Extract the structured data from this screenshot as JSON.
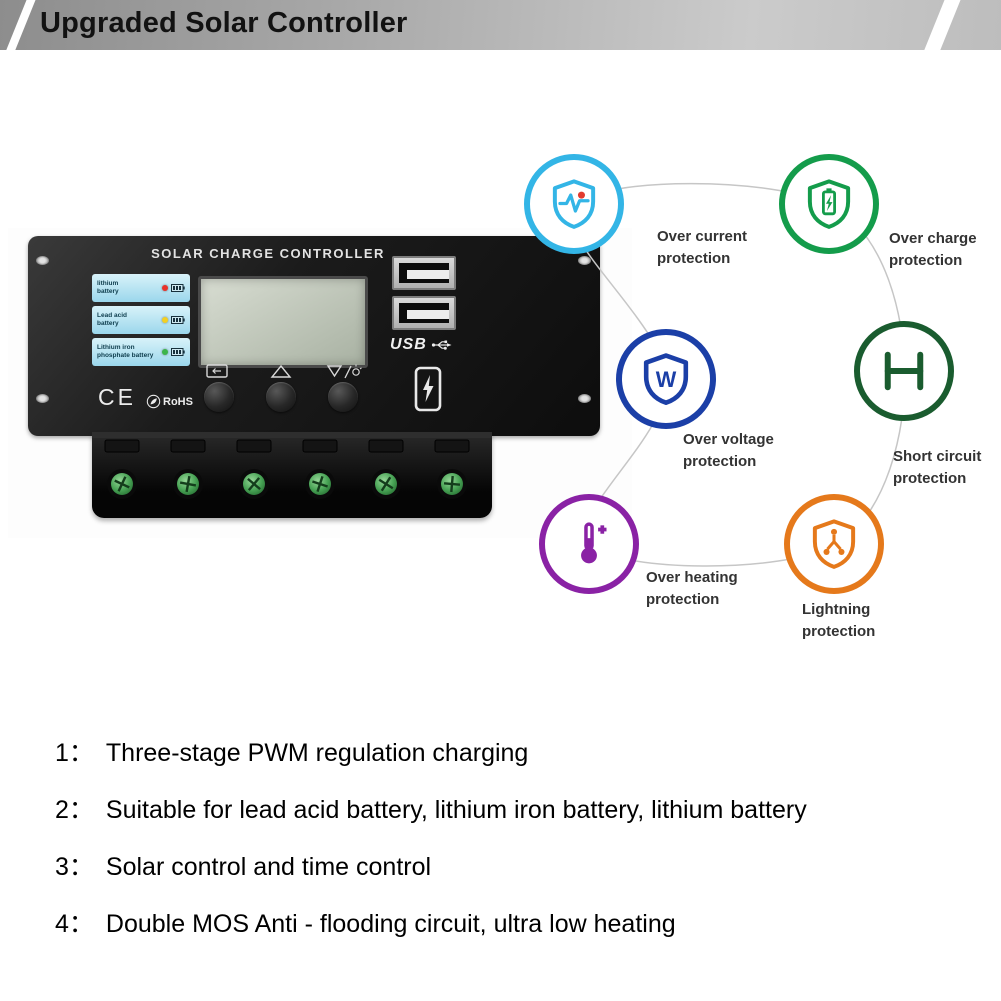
{
  "header": {
    "title": "Upgraded Solar Controller"
  },
  "device": {
    "panel_title": "SOLAR CHARGE CONTROLLER",
    "stickers": [
      {
        "label": "lithium\nbattery",
        "led_color": "#e8322a"
      },
      {
        "label": "Lead acid\nbattery",
        "led_color": "#f3d022"
      },
      {
        "label": "Lithium iron\nphosphate battery",
        "led_color": "#3cb54a"
      }
    ],
    "usb_label": "USB",
    "ce_label": "CE",
    "rohs_label": "RoHS"
  },
  "protections": [
    {
      "name": "over-current",
      "label": "Over current\nprotection",
      "color": "#33b5e6"
    },
    {
      "name": "over-charge",
      "label": "Over charge\nprotection",
      "color": "#149c4b"
    },
    {
      "name": "over-voltage",
      "label": "Over voltage\nprotection",
      "color": "#1b3fa7",
      "icon_letter": "W"
    },
    {
      "name": "short-circuit",
      "label": "Short circuit\nprotection",
      "color": "#1a5c2f"
    },
    {
      "name": "over-heating",
      "label": "Over heating\nprotection",
      "color": "#8a22a5"
    },
    {
      "name": "lightning",
      "label": "Lightning\nprotection",
      "color": "#e5791b"
    }
  ],
  "features": [
    {
      "num": "1：",
      "text": "Three-stage PWM regulation charging"
    },
    {
      "num": "2：",
      "text": "Suitable for lead acid battery, lithium iron battery, lithium battery"
    },
    {
      "num": "3：",
      "text": "Solar control and time control"
    },
    {
      "num": "4：",
      "text": "Double MOS Anti - flooding circuit, ultra low heating"
    }
  ]
}
